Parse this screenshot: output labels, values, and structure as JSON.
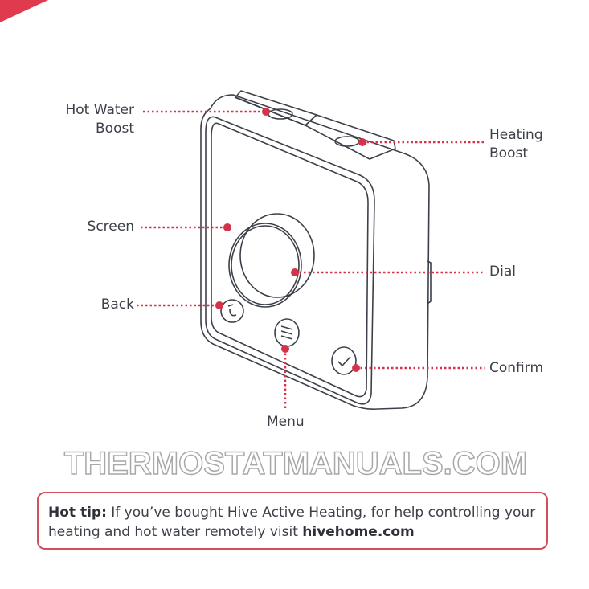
{
  "labels": {
    "hot_water_boost": [
      "Hot Water",
      "Boost"
    ],
    "heating_boost": [
      "Heating",
      "Boost"
    ],
    "screen": "Screen",
    "dial": "Dial",
    "back": "Back",
    "confirm": "Confirm",
    "menu": "Menu"
  },
  "watermark": "THERMOSTATMANUALS.COM",
  "tip": {
    "prefix": "Hot tip:",
    "text": " If you’ve bought Hive Active Heating, for help controlling your heating and hot water remotely visit ",
    "link": "hivehome.com"
  },
  "colors": {
    "accent": "#d6334a",
    "line": "#3c4048"
  }
}
